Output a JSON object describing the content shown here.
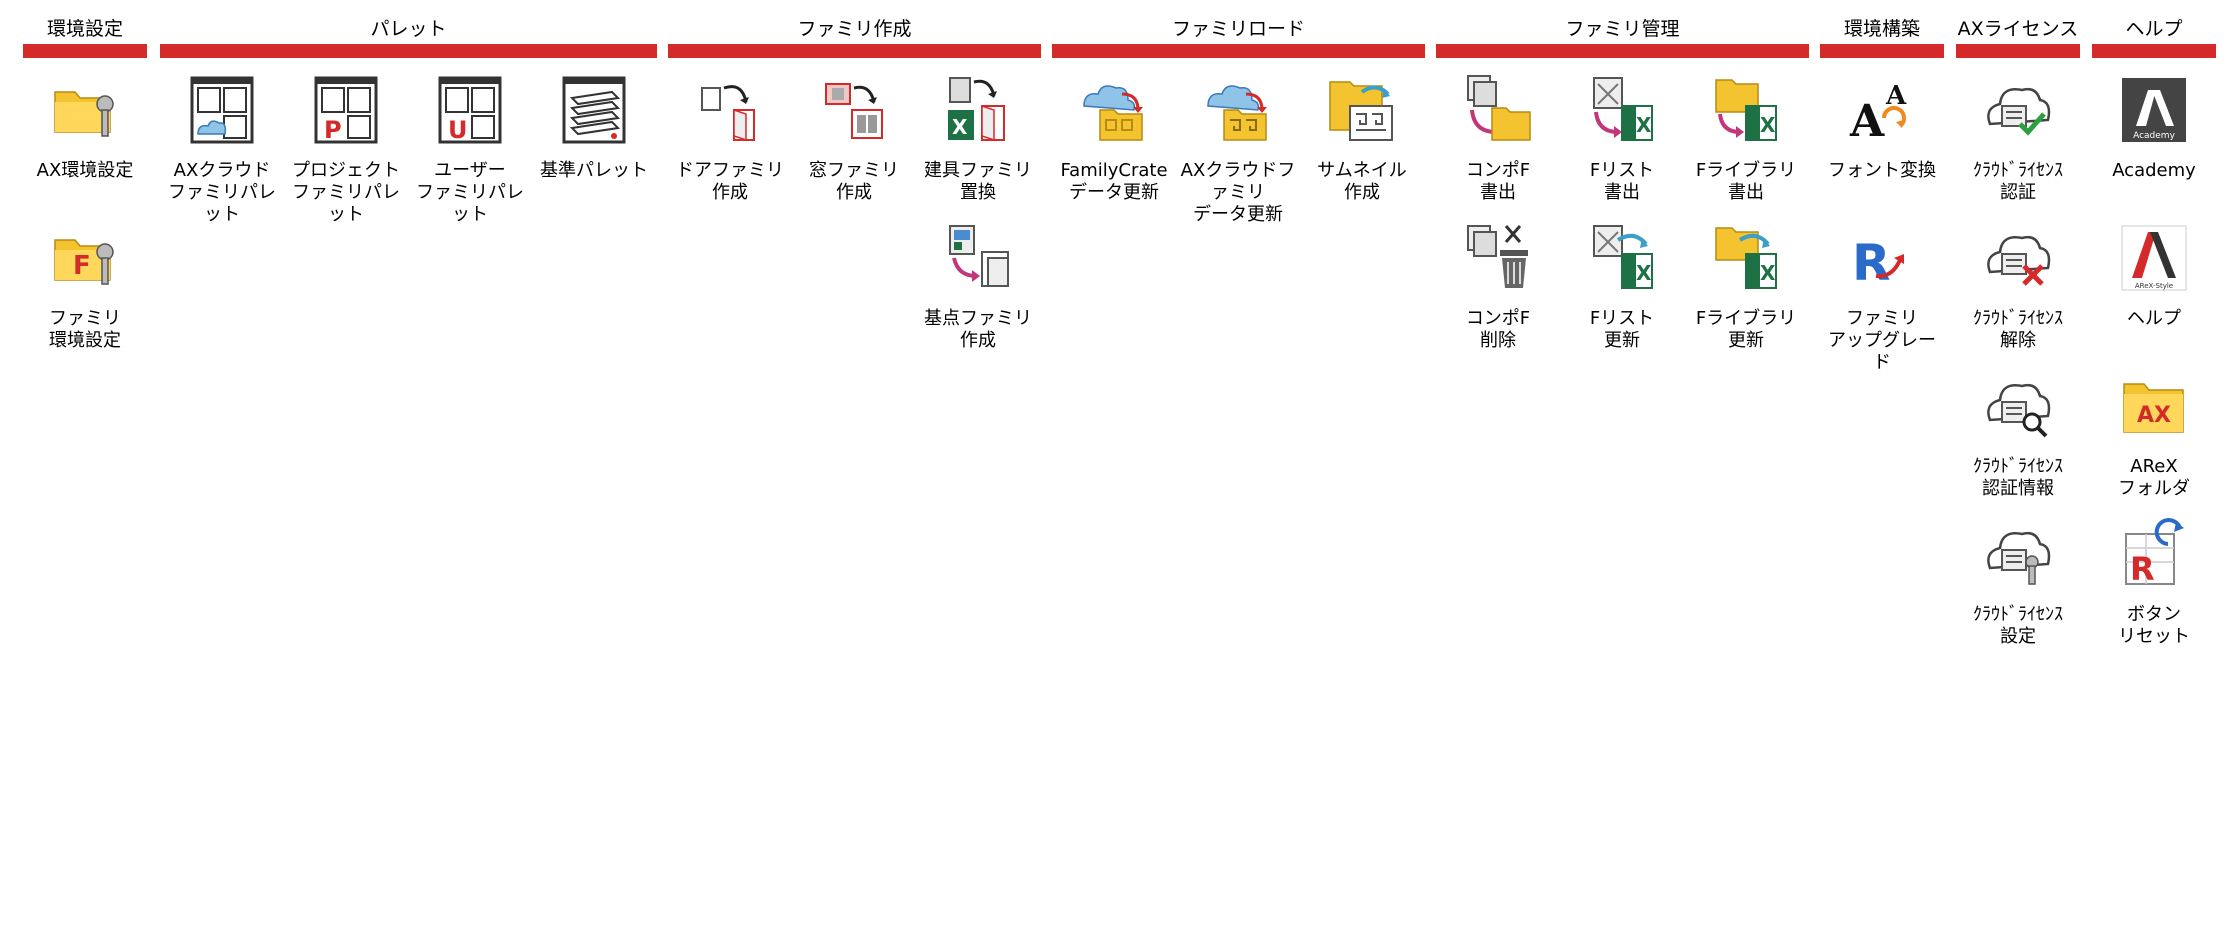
{
  "groups": [
    {
      "title": "環境設定"
    },
    {
      "title": "パレット"
    },
    {
      "title": "ファミリ作成"
    },
    {
      "title": "ファミリロード"
    },
    {
      "title": "ファミリ管理"
    },
    {
      "title": "環境構築"
    },
    {
      "title": "AXライセンス"
    },
    {
      "title": "ヘルプ"
    }
  ],
  "buttons": {
    "ax_env": "AX環境設定",
    "family_env": "ファミリ\n環境設定",
    "ax_cloud_palette": "AXクラウド\nファミリパレット",
    "project_palette": "プロジェクト\nファミリパレット",
    "user_palette": "ユーザー\nファミリパレット",
    "base_palette": "基準パレット",
    "door_family": "ドアファミリ\n作成",
    "window_family": "窓ファミリ\n作成",
    "fitting_replace": "建具ファミリ\n置換",
    "base_point_family": "基点ファミリ\n作成",
    "familycrate_update": "FamilyCrate\nデータ更新",
    "ax_cloud_update": "AXクラウドファミリ\nデータ更新",
    "thumbnail_create": "サムネイル\n作成",
    "compof_export": "コンポF\n書出",
    "flist_export": "Fリスト\n書出",
    "flibrary_export": "Fライブラリ\n書出",
    "compof_delete": "コンポF\n削除",
    "flist_update": "Fリスト\n更新",
    "flibrary_update": "Fライブラリ\n更新",
    "font_convert": "フォント変換",
    "family_upgrade": "ファミリ\nアップグレード",
    "license_auth": "ｸﾗｳﾄﾞﾗｲｾﾝｽ\n認証",
    "license_release": "ｸﾗｳﾄﾞﾗｲｾﾝｽ\n解除",
    "license_info": "ｸﾗｳﾄﾞﾗｲｾﾝｽ\n認証情報",
    "license_settings": "ｸﾗｳﾄﾞﾗｲｾﾝｽ\n設定",
    "academy": "Academy",
    "help": "ヘルプ",
    "arex_folder": "AReX\nフォルダ",
    "button_reset": "ボタン\nリセット"
  },
  "icon_text": {
    "letter_f": "F",
    "letter_p": "P",
    "letter_u": "U",
    "letter_x": "X",
    "letter_r": "R",
    "letter_a": "A",
    "letter_ax": "AX",
    "academy_caption": "Academy",
    "arex_style": "AReX-Style"
  },
  "colors": {
    "accent_bar": "#d42a2a",
    "folder": "#f4c430",
    "excel": "#1e7145",
    "magenta": "#c2367a",
    "cloud": "#8fc3e8"
  }
}
